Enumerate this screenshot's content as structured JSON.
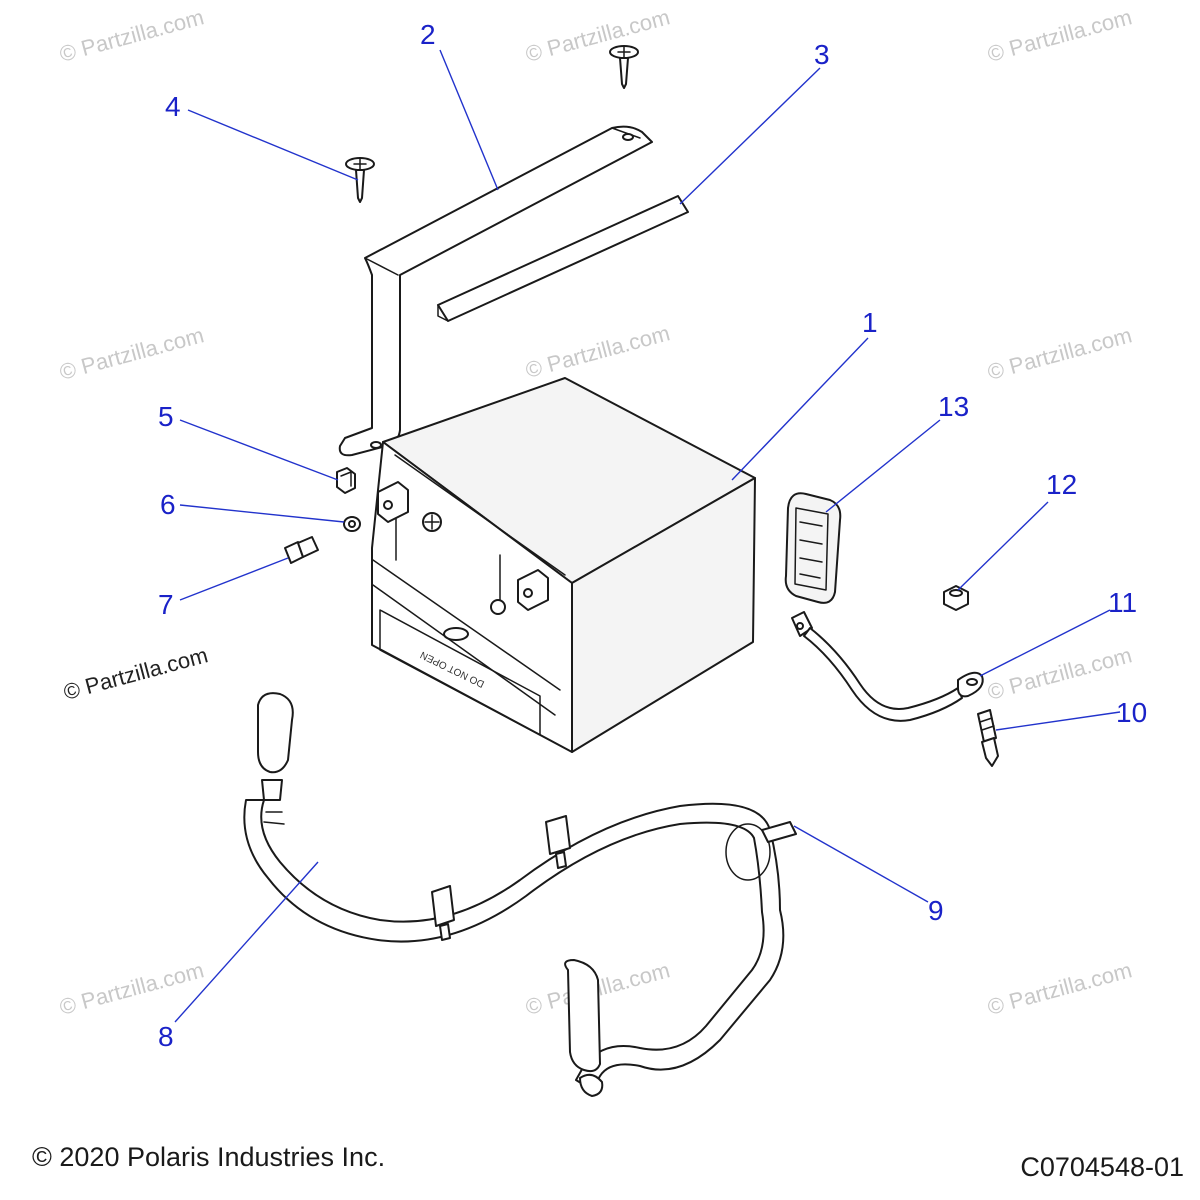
{
  "diagram": {
    "callouts": [
      "1",
      "2",
      "3",
      "4",
      "5",
      "6",
      "7",
      "8",
      "9",
      "10",
      "11",
      "12",
      "13"
    ],
    "watermark": "© Partzilla.com",
    "battery_label": "DO NOT OPEN",
    "copyright": "© 2020 Polaris Industries Inc.",
    "diagram_code": "C0704548-01"
  },
  "colors": {
    "callout": "#1a22c8",
    "leader": "#2233cc",
    "watermark": "#c8c8c8",
    "line": "#1a1a1a"
  }
}
